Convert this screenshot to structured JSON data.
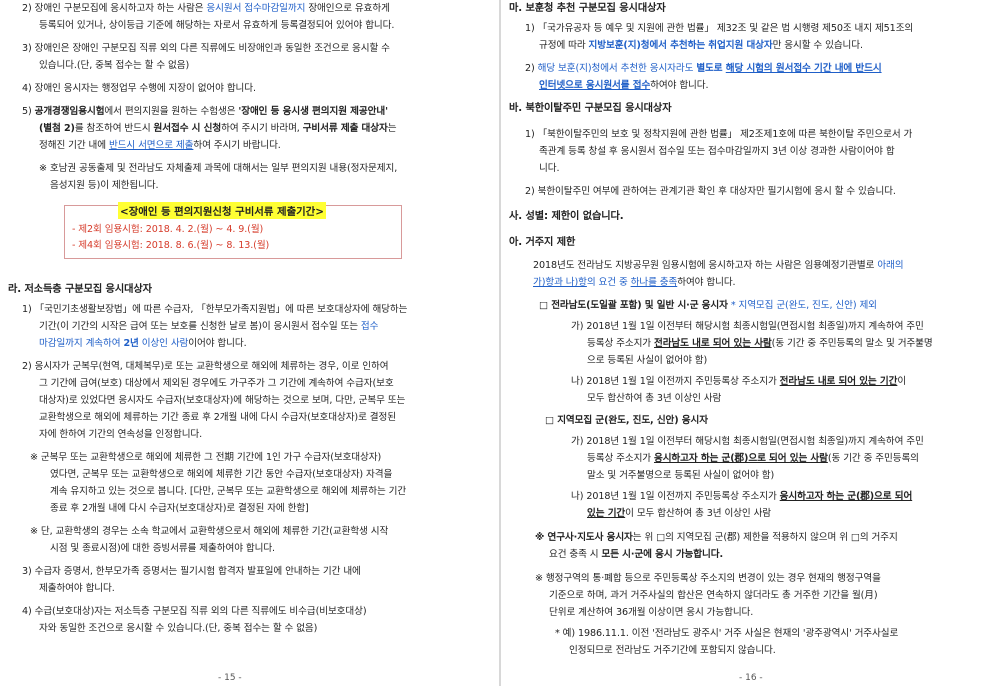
{
  "left": {
    "lines": [
      "2) 장애인 구분모집에 응시하고자 하는 사람은 응시원서 접수마감일까지 장애인으로 유효하게",
      "등록되어 있거나, 상이등급 기준에 해당하는 자로서 유효하게 등록결정되어 있어야 합니다.",
      "3) 장애인은 장애인 구분모집 직류 외의 다른 직류에도 비장애인과 동일한 조건으로 응시할 수",
      "있습니다.(단, 중복 접수는 할 수 없음)",
      "4) 장애인 응시자는 행정업무 수행에 지장이 없어야 합니다.",
      "5) 공개경쟁임용시험에서 편의지원을 원하는 수험생은 '장애인 등 응시생 편의지원 제공안내'",
      "(별첨 2)를 참조하여 반드시 원서접수 시 신청하여 주시기 바라며, 구비서류 제출 대상자는",
      "정해진 기간 내에 반드시 서면으로 제출하여 주시기 바랍니다.",
      "※ 호남권 공동출제 및 전라남도 자체출제 과목에 대해서는 일부 편의지원 내용(정자문제지,",
      "음성지원 등)이 제한됩니다.",
      "라. 저소득층 구분모집 응시대상자",
      "1) 「국민기초생활보장법」에 따른 수급자, 「한부모가족지원법」에 따른 보호대상자에 해당하는",
      "기간(이 기간의 시작은 급여 또는 보호를 신청한 날로 봄)이 응시원서 접수일 또는 접수",
      "마감일까지 계속하여 2년 이상인 사람이어야 합니다.",
      "2) 응시자가 군복무(현역, 대체복무)로 또는 교환학생으로 해외에 체류하는 경우, 이로 인하여",
      "그 기간에 급여(보호) 대상에서 제외된 경우에도 가구주가 그 기간에 계속하여 수급자(보호",
      "대상자)로 있었다면 응시자도 수급자(보호대상자)에 해당하는 것으로 보며, 다만, 군복무 또는",
      "교환학생으로 해외에 체류하는 기간 종료 후 2개월 내에 다시 수급자(보호대상자)로 결정된",
      "자에 한하여 기간의 연속성을 인정합니다.",
      "※ 군복무 또는 교환학생으로 해외에 체류한 그 전期 기간에 1인 가구 수급자(보호대상자)",
      "였다면, 군복무 또는 교환학생으로 해외에 체류한 기간 동안 수급자(보호대상자) 자격을",
      "계속 유지하고 있는 것으로 봅니다. [다만, 군복무 또는 교환학생으로 해외에 체류하는 기간",
      "종료 후 2개월 내에 다시 수급자(보호대상자)로 결정된 자에 한함]",
      "※ 단, 교환학생의 경우는 소속 학교에서 교환학생으로서 해외에 체류한 기간(교환학생 시작",
      "시점 및 종료시점)에 대한 증빙서류를 제출하여야 합니다.",
      "3) 수급자 증명서, 한부모가족 증명서는 필기시험 합격자 발표일에 안내하는 기간 내에",
      "제출하여야 합니다.",
      "4) 수급(보호대상)자는 저소득층 구분모집 직류 외의 다른 직류에도 비수급(비보호대상)",
      "자와 동일한 조건으로 응시할 수 있습니다.(단, 중복 접수는 할 수 없음)"
    ],
    "box_title": "<장애인 등 편의지원신청 구비서류 제출기간>",
    "box_items": [
      "- 제2회 임용시험: 2018. 4. 2.(월) ~ 4. 9.(월)",
      "- 제4회 임용시험: 2018. 8. 6.(월) ~ 8. 13.(월)"
    ],
    "page_number": "- 15 -"
  },
  "right": {
    "lines": [
      "마. 보훈청 추천 구분모집 응시대상자",
      "1) 「국가유공자 등 예우 및 지원에 관한 법률」 제32조 및 같은 법 시행령 제50조 내지 제51조의",
      "규정에 따라 지방보훈(지)청에서 추천하는 취업지원 대상자만 응시할 수 있습니다.",
      "2) 해당 보훈(지)청에서 추천한 응시자라도 별도로 해당 시험의 원서접수 기간 내에 반드시",
      "인터넷으로 응시원서를 접수하여야 합니다.",
      "바. 북한이탈주민 구분모집 응시대상자",
      "1) 「북한이탈주민의 보호 및 정착지원에 관한 법률」 제2조제1호에 따른 북한이탈 주민으로서 가",
      "족관계 등록 창설 후 응시원서 접수일 또는 접수마감일까지 3년 이상 경과한 사람이어야 합",
      "니다.",
      "2) 북한이탈주민 여부에 관하여는 관계기관 확인 후 대상자만 필기시험에 응시 할 수 있습니다.",
      "사. 성별: 제한이 없습니다.",
      "아. 거주지 제한",
      "2018년도 전라남도 지방공무원 임용시험에 응시하고자 하는 사람은 임용예정기관별로 아래의",
      "가)항과 나)항의 요건 중 하나를 충족하여야 합니다.",
      "□ 전라남도(도일괄 포함) 및 일반 시·군 응시자 * 지역모집 군(완도, 진도, 신안) 제외",
      "가) 2018년 1월 1일 이전부터 해당시험 최종시험일(면접시험 최종일)까지 계속하여 주민",
      "등록상 주소지가 전라남도 내로 되어 있는 사람(동 기간 중 주민등록의 말소 및 거주불명",
      "으로 등록된 사실이 없어야 함)",
      "나) 2018년 1월 1일 이전까지 주민등록상 주소지가 전라남도 내로 되어 있는 기간이",
      "모두 합산하여 총 3년 이상인 사람",
      "□ 지역모집 군(완도, 진도, 신안) 응시자",
      "가) 2018년 1월 1일 이전부터 해당시험 최종시험일(면접시험 최종일)까지 계속하여 주민",
      "등록상 주소지가 응시하고자 하는 군(郡)으로 되어 있는 사람(동 기간 중 주민등록의",
      "말소 및 거주불명으로 등록된 사실이 없어야 함)",
      "나) 2018년 1월 1일 이전까지 주민등록상 주소지가 응시하고자 하는 군(郡)으로 되어",
      "있는 기간이 모두 합산하여 총 3년 이상인 사람",
      "※ 연구사·지도사 응시자는 위 □의 지역모집 군(郡) 제한을 적용하지 않으며 위 □의 거주지",
      "요건 충족 시 모든 시·군에 응시 가능합니다.",
      "※ 행정구역의 통·폐합 등으로 주민등록상 주소지의 변경이 있는 경우 현재의 행정구역을",
      "기준으로 하며, 과거 거주사실의 합산은 연속하지 않더라도 총 거주한 기간을 월(月)",
      "단위로 계산하여 36개월 이상이면 응시 가능합니다.",
      "* 예) 1986.11.1. 이전 '전라남도 광주시' 거주 사실은 현재의 '광주광역시' 거주사실로",
      "인정되므로 전라남도 거주기간에 포함되지 않습니다."
    ],
    "page_number": "- 16 -"
  }
}
